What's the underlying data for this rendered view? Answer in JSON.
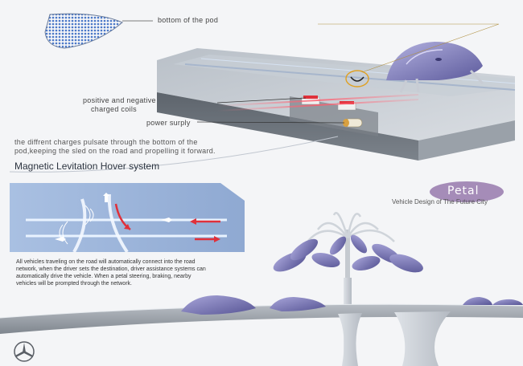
{
  "labels": {
    "pod_bottom": "bottom of the pod",
    "coils_line1": "positive and negative",
    "coils_line2": "charged coils",
    "power_supply": "power surply"
  },
  "description": {
    "line1": "the diffrent charges pulsate through the bottom of the",
    "line2": "pod,keeping the sled on the road and propelling it forward."
  },
  "section_title": "Magnetic Levitation Hover system",
  "brand": {
    "name": "Petal",
    "subtitle": "Vehicle Design of The Future City"
  },
  "body": {
    "line1": "All vehicles traveling on the road will automatically connect into the road",
    "line2": "network, when the driver sets the destination, driver assistance systems can",
    "line3": "automatically drive the vehicle. When a petal steering, braking, nearby",
    "line4": "vehicles will be prompted through the network."
  },
  "colors": {
    "accent_red": "#e0303a",
    "panel_blue": "#9fb8dc",
    "pod_purple": "#7b78b8",
    "petal_badge": "#a58cb8",
    "road_gray": "#8e949c"
  },
  "icons": {
    "logo": "mercedes-star-icon"
  }
}
